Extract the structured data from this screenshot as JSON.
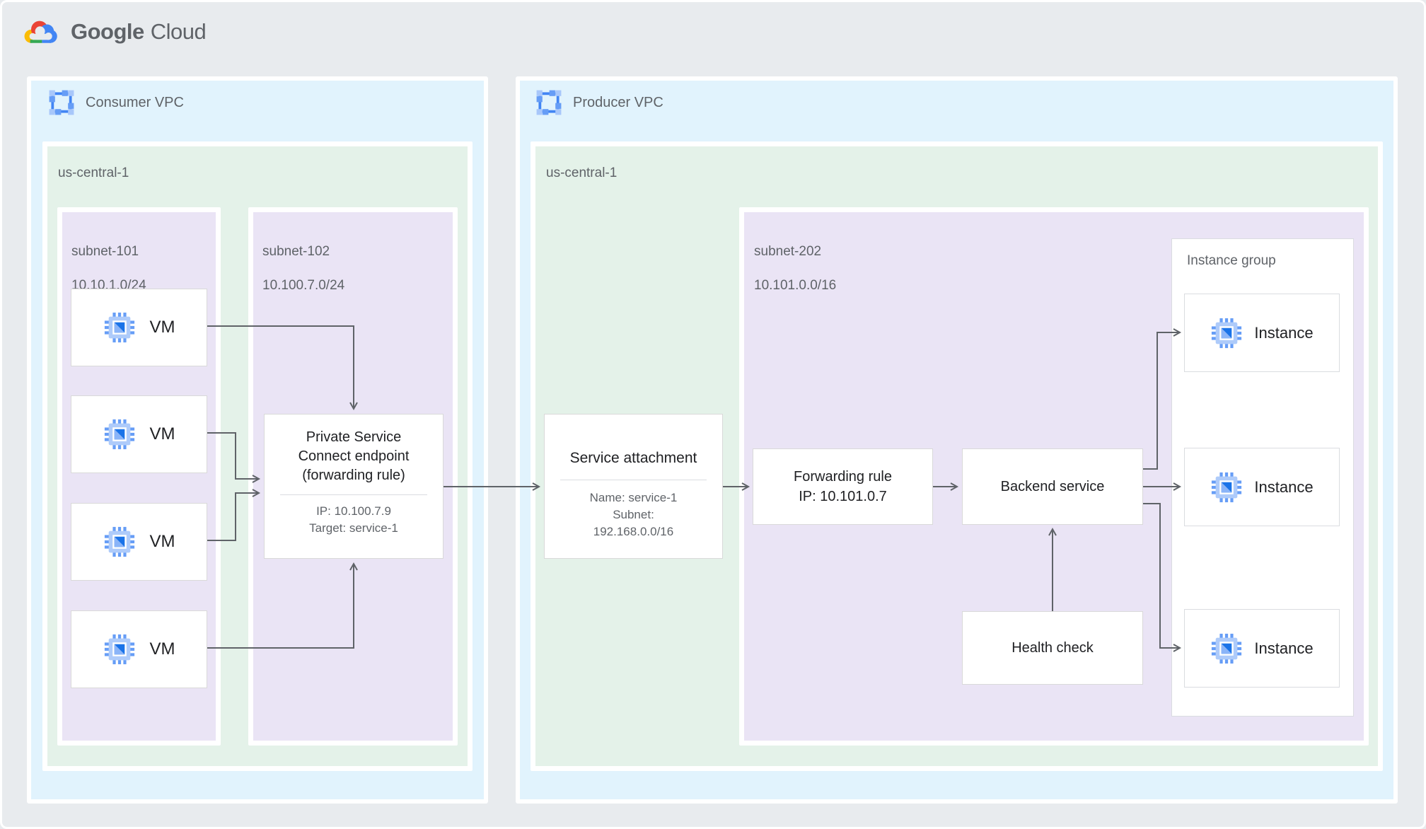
{
  "brand": {
    "google": "Google",
    "cloud": "Cloud"
  },
  "icons": {
    "logo": "google-cloud-logo",
    "vpc": "vpc-network-icon",
    "compute": "compute-engine-icon"
  },
  "colors": {
    "page_bg": "#e8ebee",
    "vpc_bg": "#e1f3fd",
    "region_bg": "#e4f2e9",
    "subnet_bg": "#eae4f5",
    "node_bg": "#ffffff",
    "node_border": "#d9d9d9",
    "line": "#5f6368",
    "text_primary": "#202124",
    "text_secondary": "#5f6368",
    "google_blue": "#4285f4",
    "google_red": "#ea4335",
    "google_yellow": "#fbbc04",
    "google_green": "#34a853"
  },
  "consumer_vpc": {
    "label": "Consumer VPC",
    "region": {
      "label": "us-central-1",
      "subnet_101": {
        "name": "subnet-101",
        "cidr": "10.10.1.0/24",
        "vms": [
          {
            "label": "VM"
          },
          {
            "label": "VM"
          },
          {
            "label": "VM"
          },
          {
            "label": "VM"
          }
        ]
      },
      "subnet_102": {
        "name": "subnet-102",
        "cidr": "10.100.7.0/24",
        "psc_endpoint": {
          "title": "Private Service Connect endpoint (forwarding rule)",
          "ip": "IP: 10.100.7.9",
          "target": "Target: service-1"
        }
      }
    }
  },
  "producer_vpc": {
    "label": "Producer VPC",
    "region": {
      "label": "us-central-1",
      "service_attachment": {
        "title": "Service attachment",
        "name": "Name: service-1",
        "subnet_label": "Subnet:",
        "subnet_cidr": "192.168.0.0/16"
      },
      "subnet_202": {
        "name": "subnet-202",
        "cidr": "10.101.0.0/16",
        "forwarding_rule": {
          "title": "Forwarding rule",
          "ip": "IP: 10.101.0.7"
        },
        "backend_service": {
          "label": "Backend service"
        },
        "health_check": {
          "label": "Health check"
        },
        "instance_group": {
          "label": "Instance group",
          "instances": [
            {
              "label": "Instance"
            },
            {
              "label": "Instance"
            },
            {
              "label": "Instance"
            }
          ]
        }
      }
    }
  }
}
